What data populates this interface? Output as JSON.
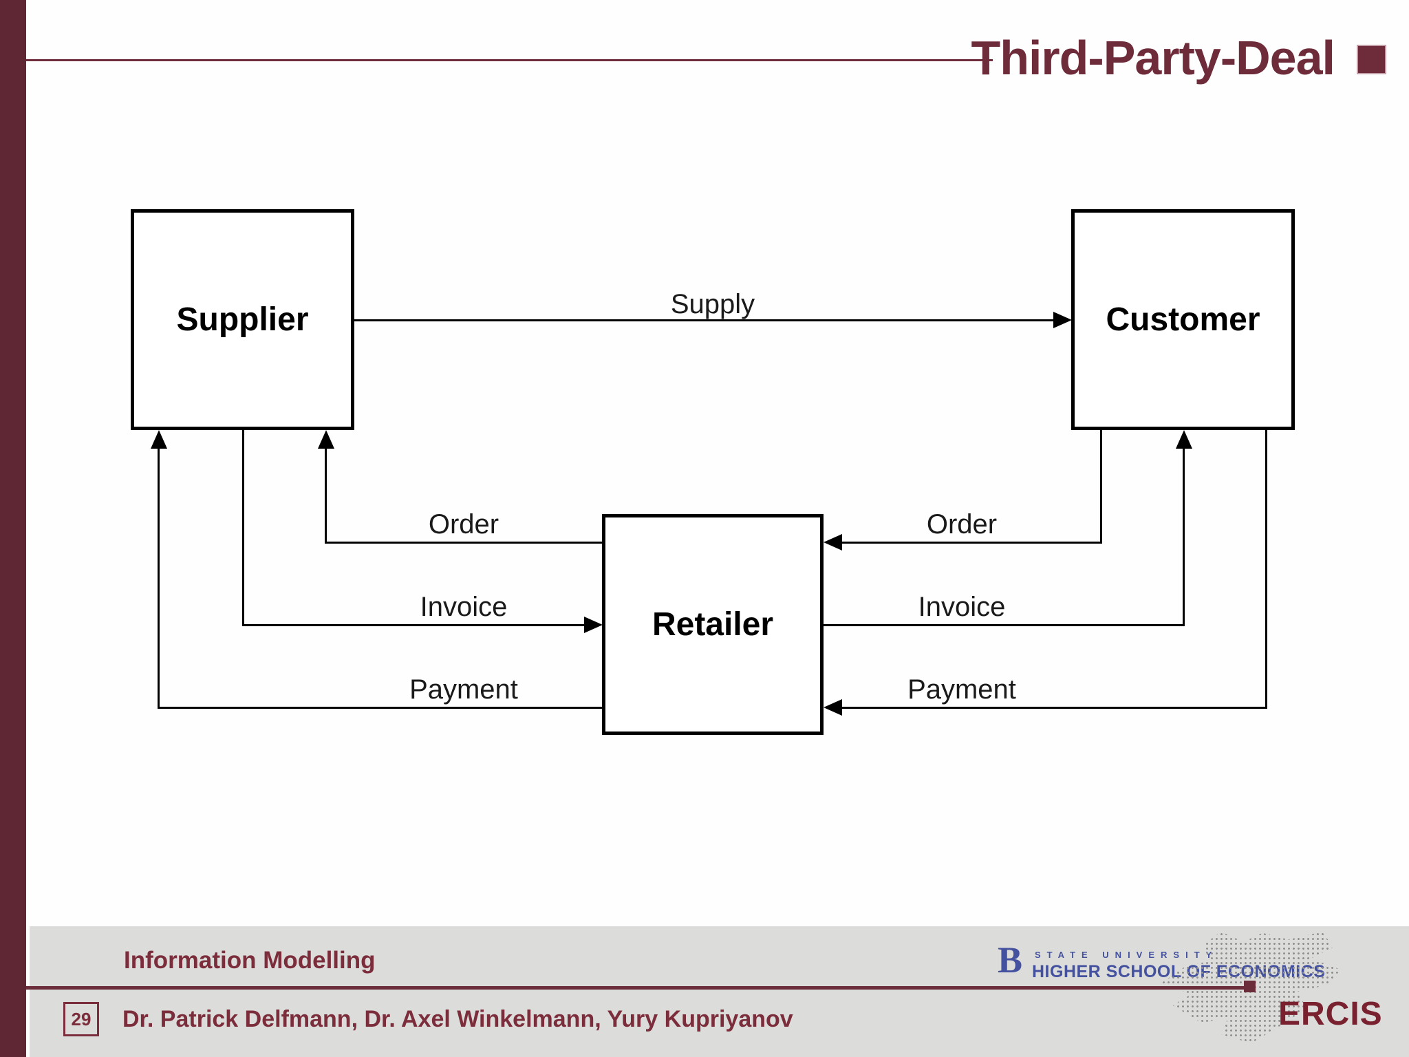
{
  "header": {
    "title": "Third-Party-Deal"
  },
  "diagram": {
    "nodes": [
      {
        "id": "supplier",
        "label": "Supplier"
      },
      {
        "id": "customer",
        "label": "Customer"
      },
      {
        "id": "retailer",
        "label": "Retailer"
      }
    ],
    "flows": [
      {
        "label": "Supply",
        "from": "Supplier",
        "to": "Customer",
        "side": "top"
      },
      {
        "label": "Order",
        "from": "Retailer",
        "to": "Supplier",
        "side": "left"
      },
      {
        "label": "Invoice",
        "from": "Supplier",
        "to": "Retailer",
        "side": "left"
      },
      {
        "label": "Payment",
        "from": "Retailer",
        "to": "Supplier",
        "side": "left"
      },
      {
        "label": "Order",
        "from": "Customer",
        "to": "Retailer",
        "side": "right"
      },
      {
        "label": "Invoice",
        "from": "Retailer",
        "to": "Customer",
        "side": "right"
      },
      {
        "label": "Payment",
        "from": "Customer",
        "to": "Retailer",
        "side": "right"
      }
    ]
  },
  "footer": {
    "course_title": "Information Modelling",
    "page_number": "29",
    "authors": "Dr. Patrick Delfmann, Dr. Axel Winkelmann, Yury Kupriyanov",
    "hse_logo": {
      "glyph": "В",
      "line1": "STATE UNIVERSITY",
      "line2": "HIGHER SCHOOL OF ECONOMICS"
    },
    "ercis_label": "ERCIS"
  },
  "colors": {
    "accent_bar": "#5e2733",
    "title_text": "#6e2c3a",
    "footer_text": "#7b2d3b",
    "footer_band": "#dcdcda",
    "hse_blue": "#44519f",
    "ercis_maroon": "#7a2130",
    "diagram_ink": "#000000"
  }
}
